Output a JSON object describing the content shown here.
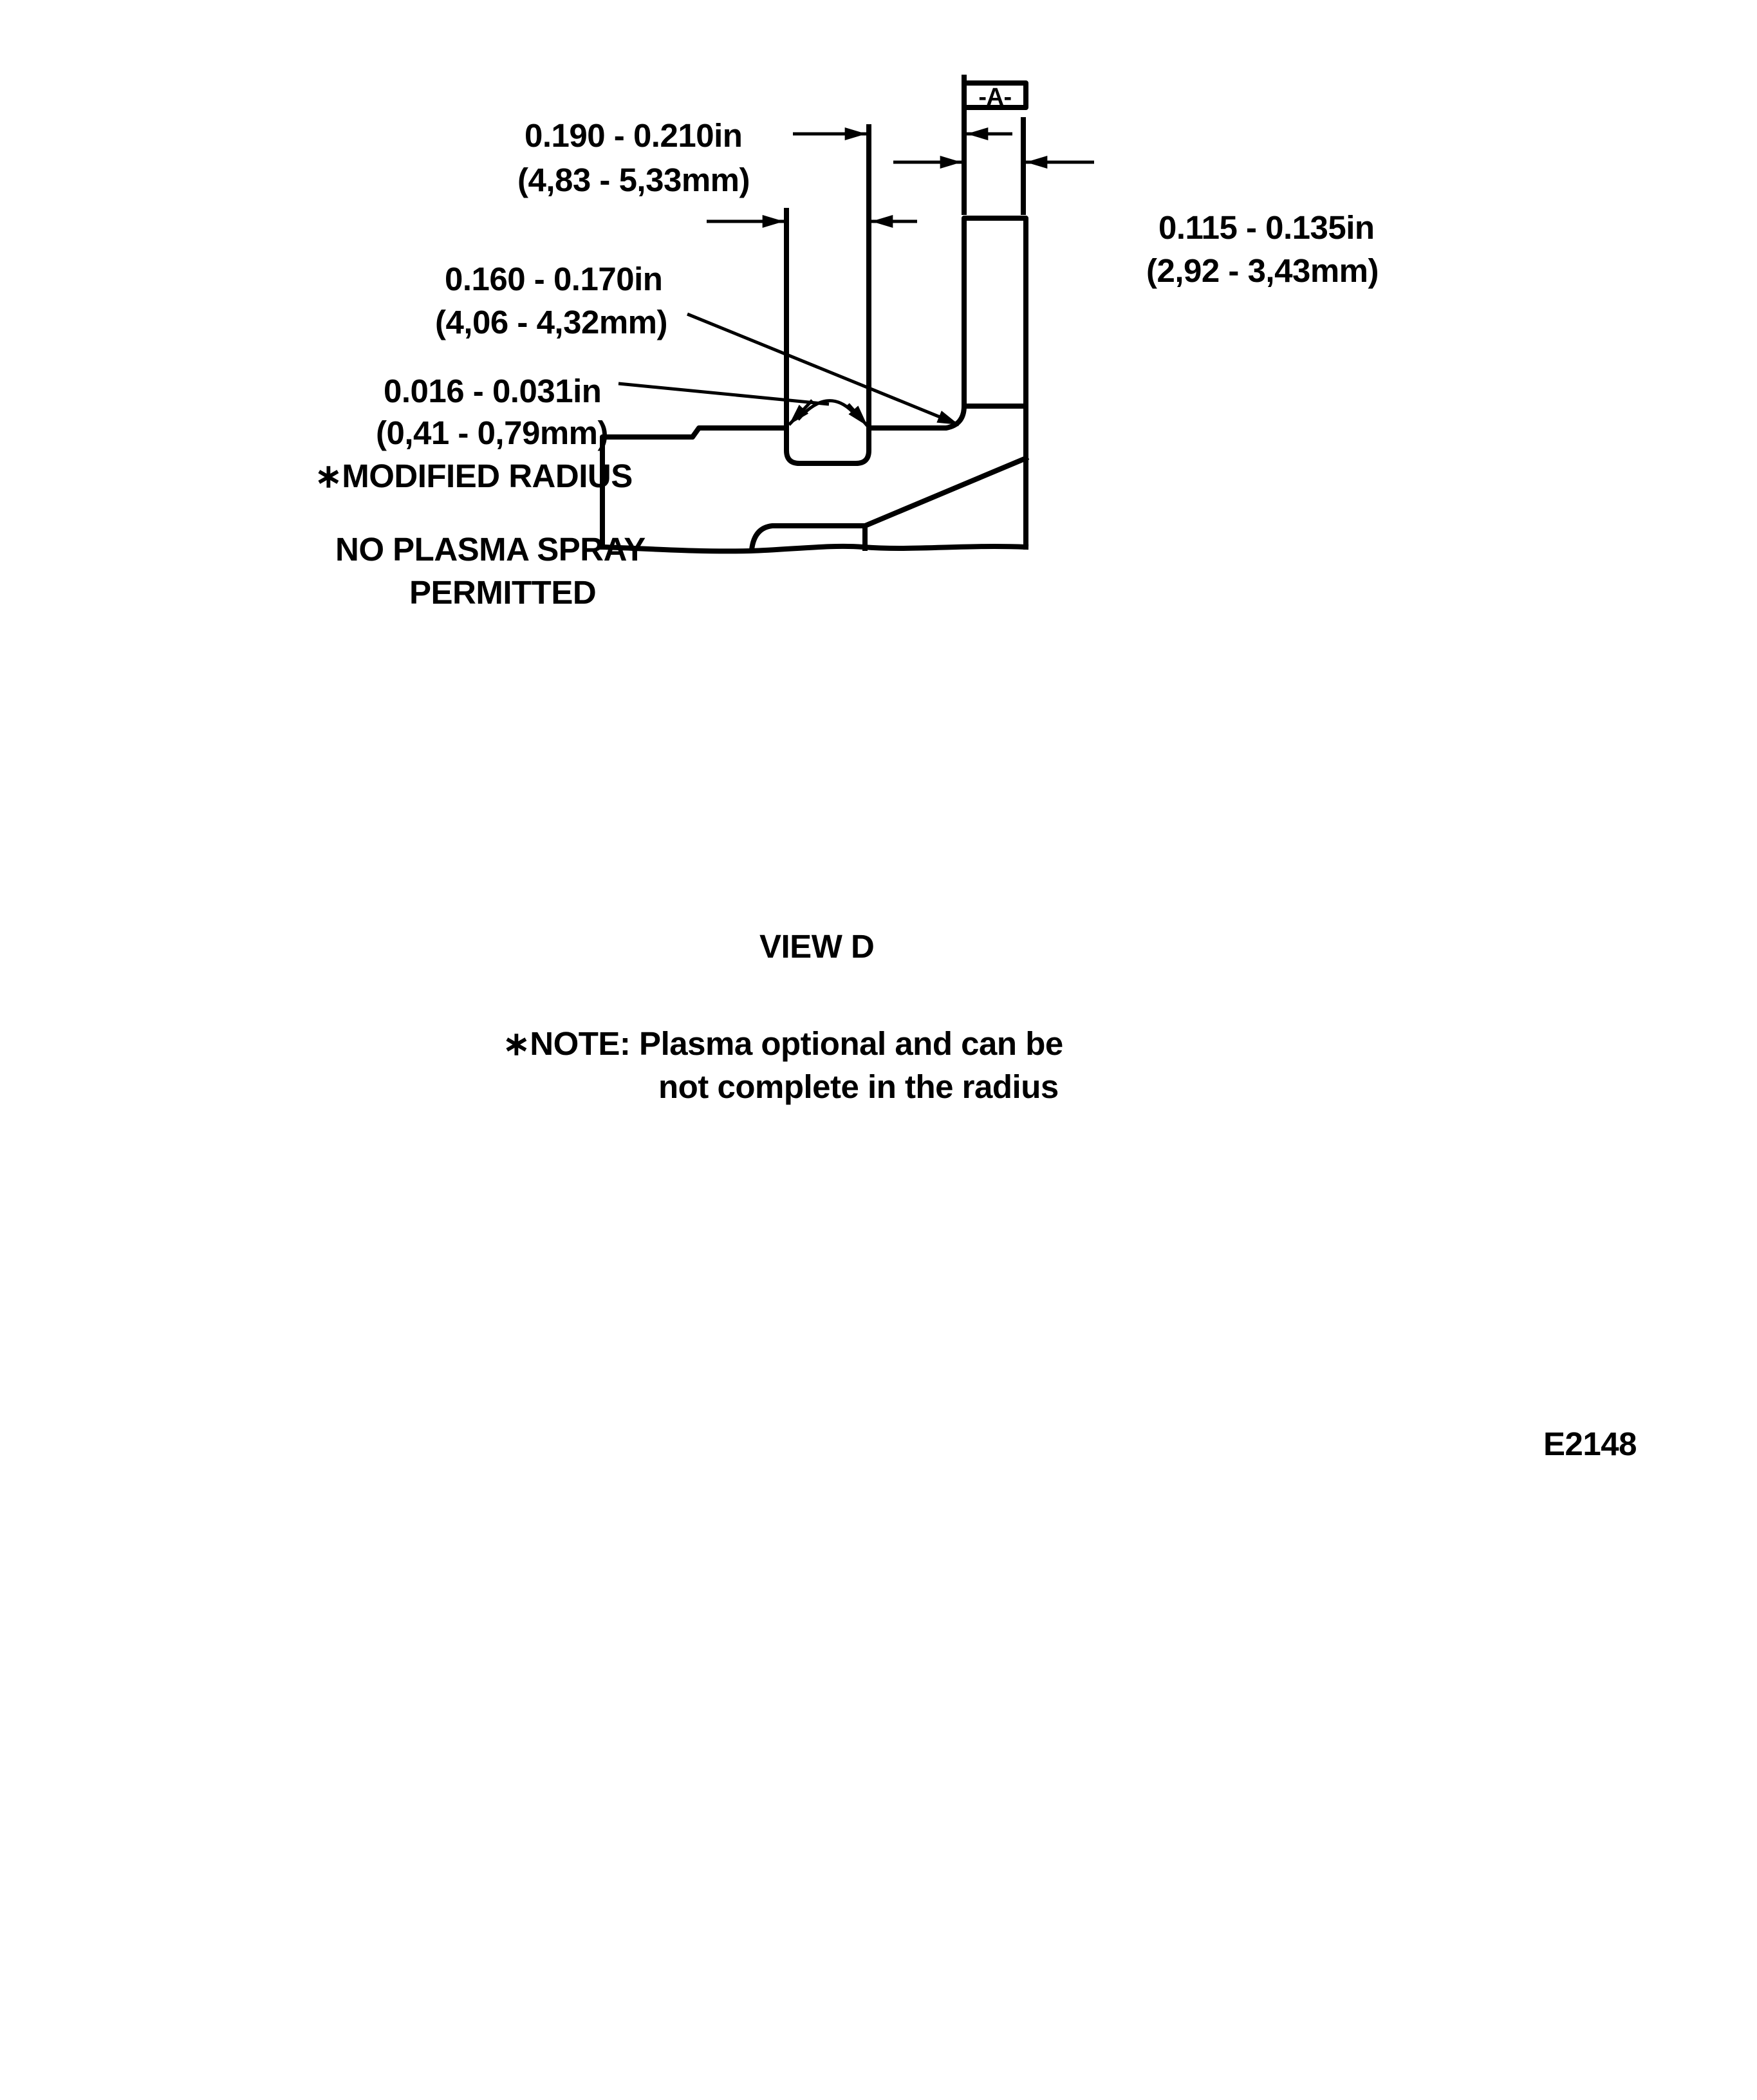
{
  "datum": {
    "label": "-A-"
  },
  "dimensions": {
    "slot_width": {
      "in": "0.190 - 0.210in",
      "mm": "(4,83 - 5,33mm)"
    },
    "fin_width": {
      "in": "0.160 - 0.170in",
      "mm": "(4,06 - 4,32mm)"
    },
    "flange_width": {
      "in": "0.115 - 0.135in",
      "mm": "(2,92 - 3,43mm)"
    },
    "radius": {
      "in": "0.016 - 0.031in",
      "mm": "(0,41 - 0,79mm)",
      "label": "∗MODIFIED RADIUS"
    }
  },
  "callouts": {
    "no_plasma_line1": "NO PLASMA SPRAY",
    "no_plasma_line2": "PERMITTED"
  },
  "view_label": "VIEW D",
  "note": {
    "line1": "∗NOTE: Plasma optional and can be",
    "line2": "not complete in the radius"
  },
  "figure_id": "E2148"
}
